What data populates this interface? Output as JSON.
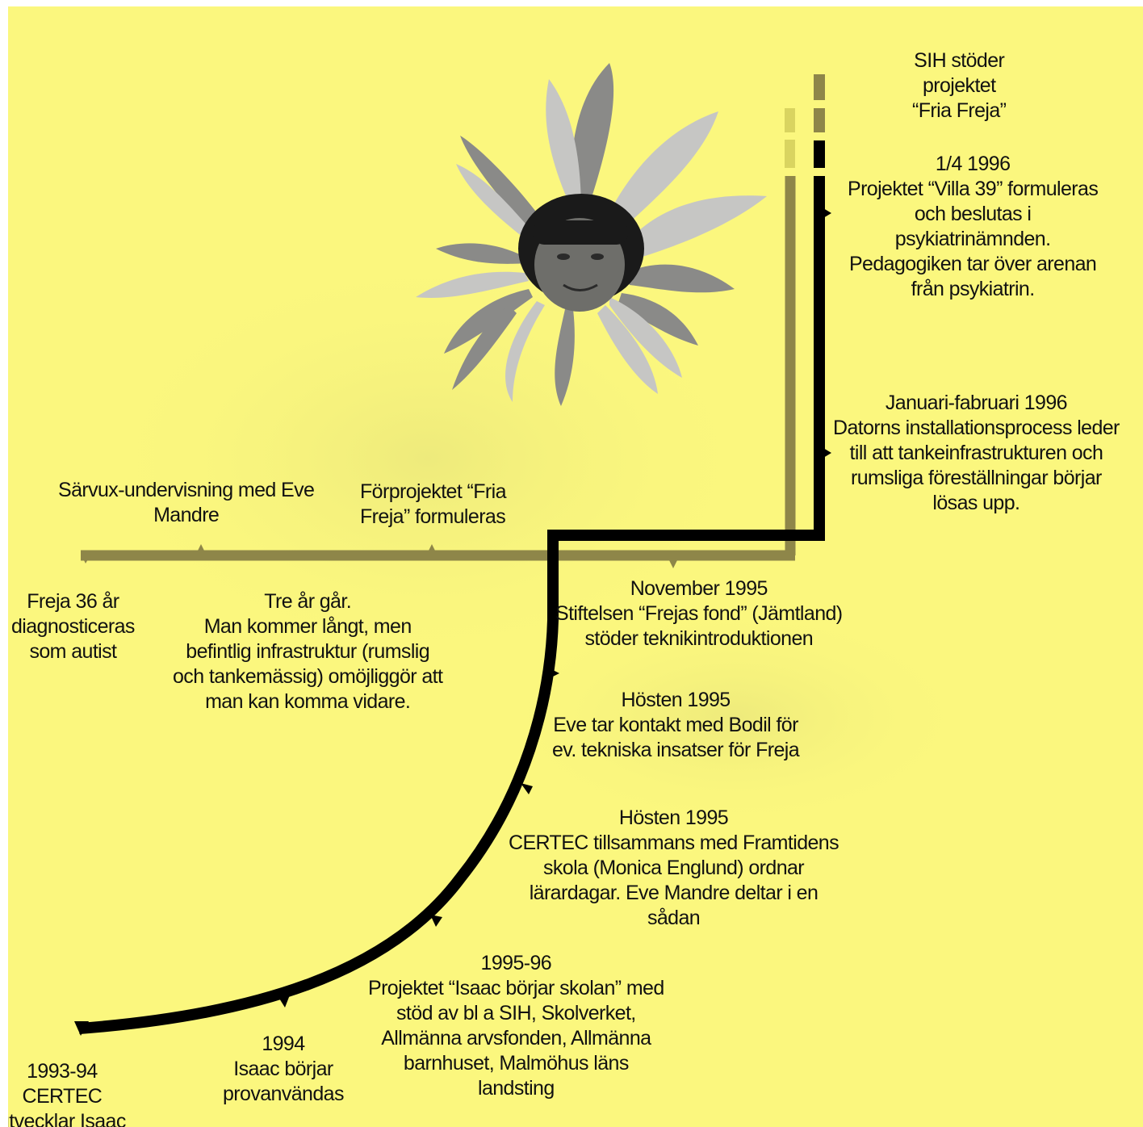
{
  "colors": {
    "background": "#fbf77e",
    "olive_line": "#8e8649",
    "light_line": "#d9d460",
    "black_line": "#000000",
    "petal_gray": "#8a8a88",
    "petal_light": "#c6c6c4"
  },
  "figure": {
    "illustration": "face-with-petals-illustration"
  },
  "labels": {
    "sih": [
      "SIH stöder",
      "projektet",
      "“Fria Freja”"
    ],
    "villa": [
      "1/4 1996",
      "Projektet “Villa 39” formuleras",
      "och beslutas i",
      "psykiatrinämnden.",
      "Pedagogiken tar över arenan",
      "från psykiatrin."
    ],
    "januari": [
      "Januari-fabruari 1996",
      "Datorns installationsprocess leder",
      "till att tankeinfrastrukturen och",
      "rumsliga föreställningar börjar",
      "lösas upp."
    ],
    "sarvux": [
      "Särvux-undervisning med Eve",
      "Mandre"
    ],
    "forprojekt": [
      "Förprojektet “Fria",
      "Freja” formuleras"
    ],
    "freja36": [
      "Freja 36 år",
      "diagnosticeras",
      "som autist"
    ],
    "trear": [
      "Tre år går.",
      "Man kommer långt, men",
      "befintlig infrastruktur (rumslig",
      "och tankemässig) omöjliggör att",
      "man kan komma vidare."
    ],
    "november": [
      "November 1995",
      "Stiftelsen “Frejas fond” (Jämtland)",
      "stöder teknikintroduktionen"
    ],
    "hosten1": [
      "Hösten 1995",
      "Eve tar kontakt med Bodil för",
      "ev. tekniska insatser för Freja"
    ],
    "hosten2": [
      "Hösten 1995",
      "CERTEC tillsammans med Framtidens",
      "skola (Monica Englund) ordnar",
      "lärardagar. Eve Mandre deltar i en",
      "sådan"
    ],
    "isaac": [
      "1995-96",
      "Projektet “Isaac börjar skolan” med",
      "stöd av bl a SIH, Skolverket,",
      "Allmänna arvsfonden, Allmänna",
      "barnhuset, Malmöhus läns",
      "landsting"
    ],
    "y1994": [
      "1994",
      "Isaac börjar",
      "provanvändas"
    ],
    "y1993": [
      "1993-94",
      "CERTEC",
      "utvecklar Isaac"
    ]
  }
}
